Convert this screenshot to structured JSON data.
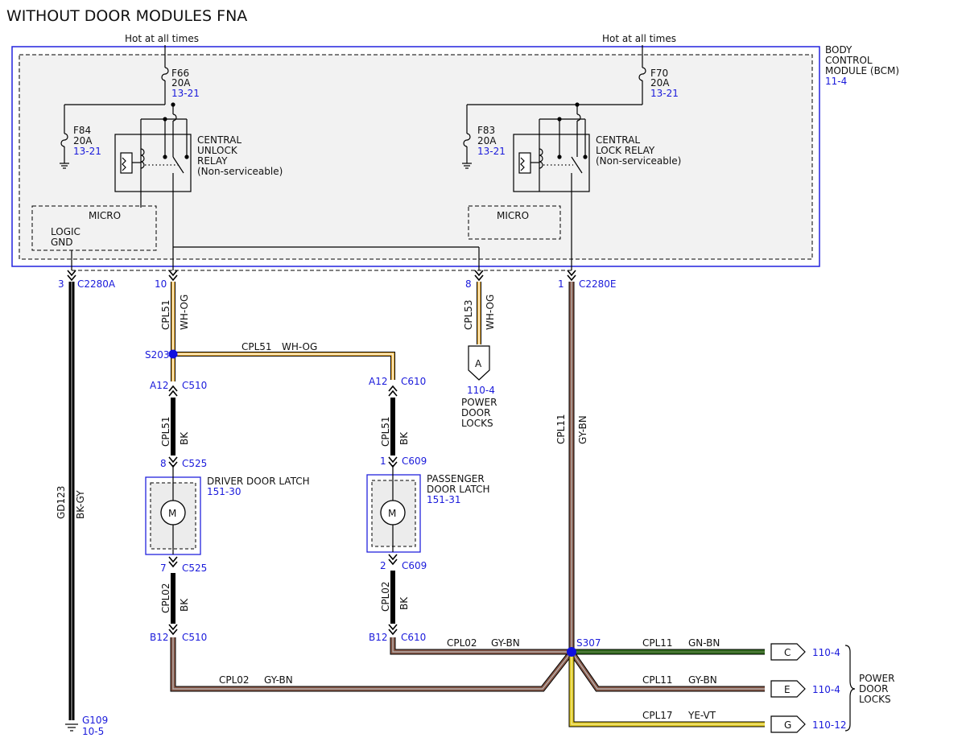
{
  "title": "WITHOUT DOOR MODULES FNA",
  "hot_label": "Hot at all times",
  "bcm": {
    "line1": "BODY",
    "line2": "CONTROL",
    "line3": "MODULE (BCM)",
    "ref": "11-4"
  },
  "fuses": {
    "f66": {
      "name": "F66",
      "amps": "20A",
      "ref": "13-21"
    },
    "f70": {
      "name": "F70",
      "amps": "20A",
      "ref": "13-21"
    },
    "f84": {
      "name": "F84",
      "amps": "20A",
      "ref": "13-21"
    },
    "f83": {
      "name": "F83",
      "amps": "20A",
      "ref": "13-21"
    }
  },
  "relays": {
    "unlock": {
      "line1": "CENTRAL",
      "line2": "UNLOCK",
      "line3": "RELAY",
      "line4": "(Non-serviceable)"
    },
    "lock": {
      "line1": "CENTRAL",
      "line2": "LOCK RELAY",
      "line3": "(Non-serviceable)"
    }
  },
  "micro_label": "MICRO",
  "logic_gnd": {
    "line1": "LOGIC",
    "line2": "GND"
  },
  "connectors": {
    "c2280a": "C2280A",
    "c2280e": "C2280E",
    "pin3": "3",
    "pin10": "10",
    "pin8": "8",
    "pin1": "1",
    "a12": "A12",
    "c510": "C510",
    "c610": "C610",
    "pin8b": "8",
    "c525": "C525",
    "pin1b": "1",
    "c609": "C609",
    "pin7": "7",
    "pin2": "2",
    "b12": "B12"
  },
  "splices": {
    "s203": "S203",
    "s307": "S307"
  },
  "wires": {
    "cpl51": "CPL51",
    "wh_og": "WH-OG",
    "cpl53": "CPL53",
    "bk": "BK",
    "cpl02": "CPL02",
    "gy_bn": "GY-BN",
    "cpl11": "CPL11",
    "gn_bn": "GN-BN",
    "cpl17": "CPL17",
    "ye_vt": "YE-VT",
    "gd123": "GD123",
    "bk_gy": "BK-GY"
  },
  "components": {
    "driver_latch": {
      "line1": "DRIVER DOOR LATCH",
      "ref": "151-30"
    },
    "passenger_latch": {
      "line1": "PASSENGER",
      "line2": "DOOR LATCH",
      "ref": "151-31"
    },
    "motor": "M"
  },
  "power_door_locks": {
    "line1": "POWER",
    "line2": "DOOR",
    "line3": "LOCKS"
  },
  "offpage": {
    "a": {
      "letter": "A",
      "ref": "110-4"
    },
    "c": {
      "letter": "C",
      "ref": "110-4"
    },
    "e": {
      "letter": "E",
      "ref": "110-4"
    },
    "g": {
      "letter": "G",
      "ref": "110-12"
    }
  },
  "ground": {
    "name": "G109",
    "ref": "10-5"
  },
  "colors": {
    "connector_blue": "#1a1adb",
    "splice": "#1010e0",
    "wh_og": "#f2b440",
    "gy_bn": "#8a5a4a",
    "gn_bn": "#2e6b1a",
    "ye_vt": "#e0c820"
  }
}
